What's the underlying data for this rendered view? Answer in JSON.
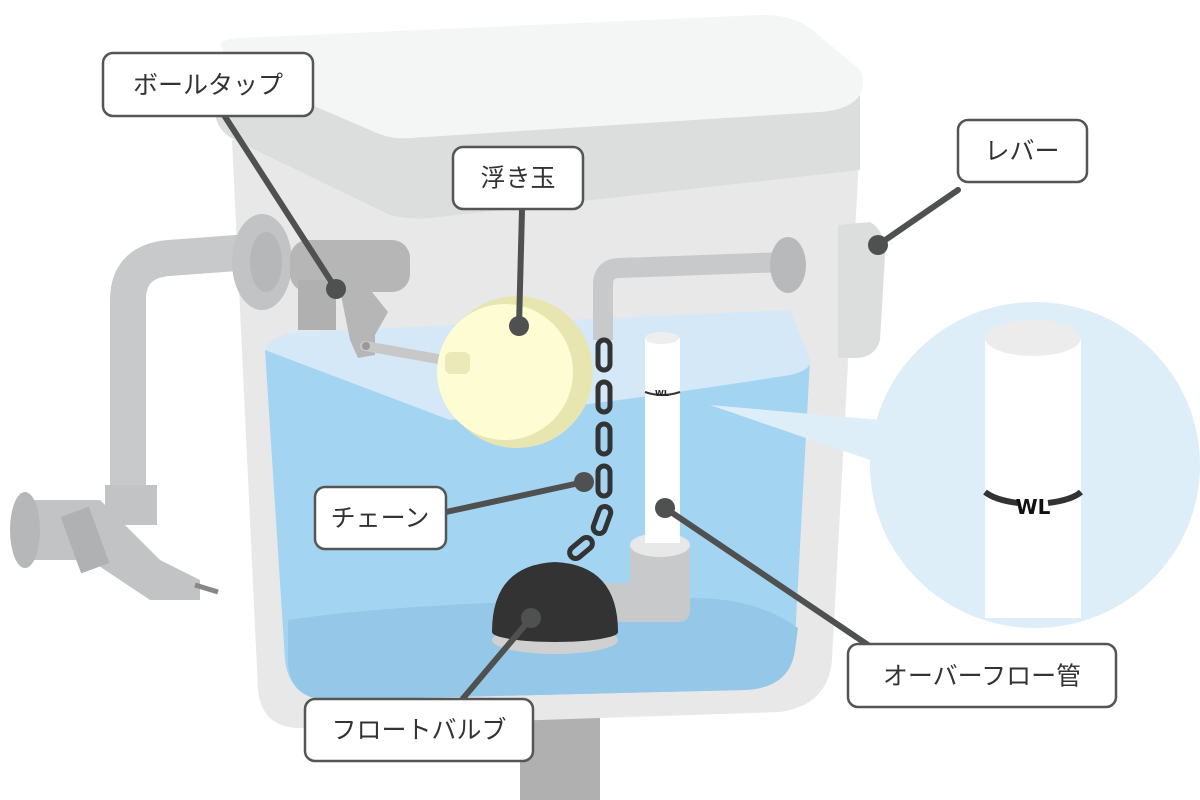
{
  "labels": {
    "ball_tap": "ボールタップ",
    "float_ball": "浮き玉",
    "lever": "レバー",
    "chain": "チェーン",
    "float_valve": "フロートバルブ",
    "overflow_pipe": "オーバーフロー管"
  },
  "water_level_mark": "WL",
  "colors": {
    "water": "#a3d5f3",
    "water_top": "#d4e8f8",
    "tank": "#e8e8e8",
    "float": "#fdfcd2",
    "flapper": "#333333",
    "leader": "#4f5150"
  }
}
